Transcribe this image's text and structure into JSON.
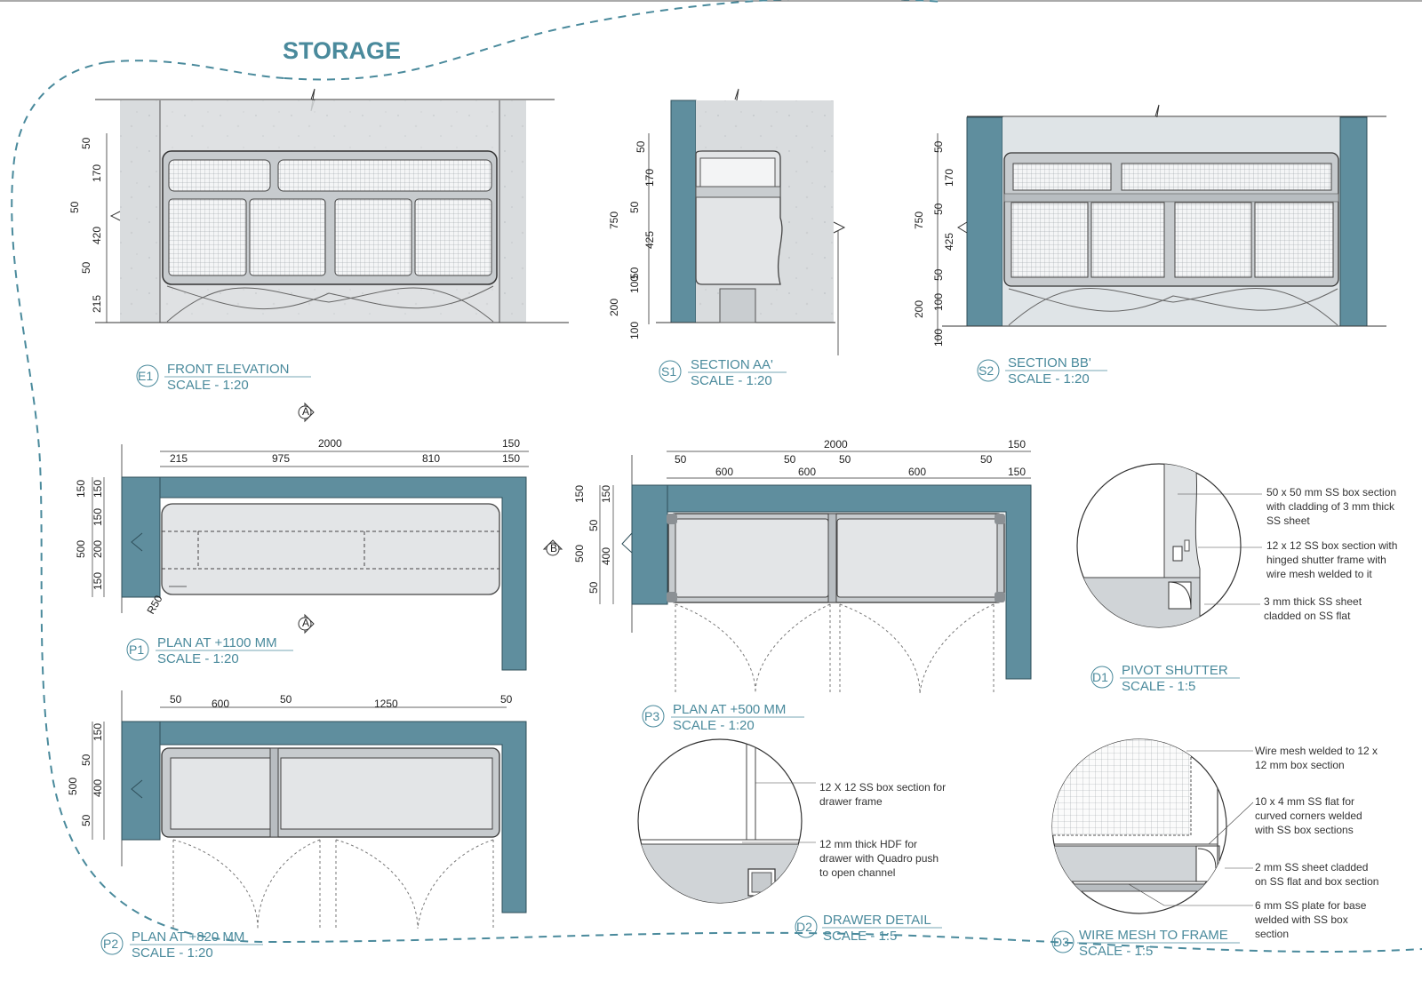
{
  "sheet": {
    "title": "STORAGE",
    "colors": {
      "accent": "#4a8a9c",
      "wall": "#5f8e9e",
      "concrete": "#d6d9dc",
      "panel": "#e6e8ea"
    }
  },
  "views": {
    "e1": {
      "tag": "E1",
      "name": "FRONT ELEVATION",
      "scale": "SCALE - 1:20",
      "dims": [
        "50",
        "170",
        "50",
        "420",
        "50",
        "215"
      ]
    },
    "s1": {
      "tag": "S1",
      "name": "SECTION  AA'",
      "scale": "SCALE - 1:20",
      "dims": [
        "50",
        "170",
        "750",
        "50",
        "425",
        "50",
        "100",
        "200",
        "100"
      ]
    },
    "s2": {
      "tag": "S2",
      "name": "SECTION  BB'",
      "scale": "SCALE - 1:20",
      "dims": [
        "50",
        "170",
        "750",
        "50",
        "425",
        "50",
        "100",
        "200",
        "100"
      ]
    },
    "p1": {
      "tag": "P1",
      "name": "PLAN AT +1100 MM",
      "scale": "SCALE - 1:20",
      "dims": [
        "2000",
        "150",
        "215",
        "975",
        "810",
        "150",
        "150",
        "150",
        "150",
        "500",
        "200",
        "150",
        "R50"
      ]
    },
    "p2": {
      "tag": "P2",
      "name": "PLAN AT +820 MM",
      "scale": "SCALE - 1:20",
      "dims": [
        "50",
        "600",
        "50",
        "1250",
        "50",
        "150",
        "50",
        "500",
        "400",
        "50"
      ]
    },
    "p3": {
      "tag": "P3",
      "name": "PLAN AT +500 MM",
      "scale": "SCALE - 1:20",
      "dims": [
        "2000",
        "150",
        "50",
        "600",
        "50",
        "600",
        "50",
        "600",
        "50",
        "150",
        "150",
        "150",
        "50",
        "500",
        "400",
        "50"
      ]
    },
    "d1": {
      "tag": "D1",
      "name": "PIVOT SHUTTER",
      "scale": "SCALE - 1:5",
      "notes": [
        [
          "50 x 50 mm SS box section",
          "with cladding of 3 mm thick",
          "SS sheet"
        ],
        [
          "12 x 12 SS box section with",
          "hinged shutter frame with",
          "wire mesh welded to it"
        ],
        [
          "3 mm thick SS sheet",
          "cladded on SS flat"
        ]
      ]
    },
    "d2": {
      "tag": "D2",
      "name": "DRAWER DETAIL",
      "scale": "SCALE - 1:5",
      "notes": [
        [
          "12 X 12 SS box section for",
          "drawer frame"
        ],
        [
          "12 mm thick HDF for",
          "drawer with Quadro push",
          "to open channel"
        ]
      ]
    },
    "d3": {
      "tag": "D3",
      "name": "WIRE MESH TO FRAME",
      "scale": "SCALE - 1:5",
      "notes": [
        [
          "Wire mesh welded to 12 x",
          "12 mm box section"
        ],
        [
          "10 x 4 mm SS flat for",
          "curved corners welded",
          "with SS box sections"
        ],
        [
          "2 mm SS sheet cladded",
          "on SS flat and box section"
        ],
        [
          "6 mm SS plate for base",
          "welded with SS box",
          "section"
        ]
      ]
    }
  },
  "markers": {
    "a": "A",
    "b": "B"
  }
}
